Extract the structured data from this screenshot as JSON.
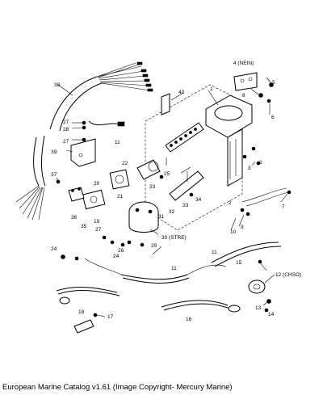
{
  "caption": "European Marine Catalog v1.61 (Image Copyright- Mercury Marine)",
  "callouts": {
    "c1": "1",
    "c2": "2",
    "c2b": "2",
    "c3": "3",
    "c4": "4 (NEIN)",
    "c5": "5",
    "c6": "6",
    "c7": "7",
    "c8": "8",
    "c9": "9",
    "c10": "10",
    "c11": "11",
    "c11b": "11",
    "c11c": "11",
    "c12": "12 (CHSO)",
    "c13": "13",
    "c14": "14",
    "c15": "15",
    "c16": "16",
    "c17": "17",
    "c18": "18",
    "c19": "19",
    "c20": "20",
    "c21": "21",
    "c22": "22",
    "c23": "23",
    "c24": "24",
    "c24b": "24",
    "c25": "25",
    "c26": "26",
    "c27": "27",
    "c27b": "27",
    "c27c": "27",
    "c28": "28",
    "c29": "29",
    "c30": "30 (STRE)",
    "c31": "31",
    "c32": "32",
    "c33": "33",
    "c34": "34",
    "c35": "35",
    "c36": "36",
    "c37": "37",
    "c38": "38",
    "c39": "39",
    "c40": "40"
  }
}
